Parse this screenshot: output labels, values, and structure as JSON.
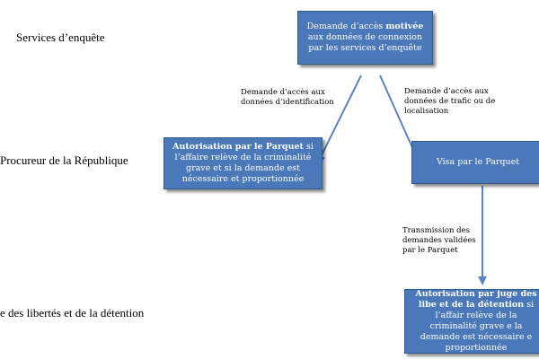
{
  "rows": {
    "enquete": "Services d’enquête",
    "procureur": "Procureur de la République",
    "juge": "e des libertés et de la détention"
  },
  "boxes": {
    "demande": {
      "pre": "Demande d’accès ",
      "bold": "motivée",
      "post": " aux données de connexion par les services d’enquête"
    },
    "autorisation_parquet": {
      "bold": "Autorisation par le Parquet",
      "post": " si l’affaire relève de la criminalité grave et si la demande est nécessaire et proportionnée"
    },
    "visa": {
      "text": "Visa par le Parquet"
    },
    "autorisation_juge": {
      "bold": "Autorisation par juge des libe et de la détention",
      "post": " si l’affair relève de la criminalité grave e la demande est nécessaire e proportionnée"
    }
  },
  "edges": {
    "identification": "Demande d’accès aux données d’identification",
    "trafic": "Demande d’accès aux données de trafic ou de localisation",
    "transmission": "Transmission des demandes validées par le Parquet"
  },
  "colors": {
    "box_fill": "#4a78b8",
    "box_border": "#2f5a8e",
    "arrow": "#5b84c4"
  }
}
